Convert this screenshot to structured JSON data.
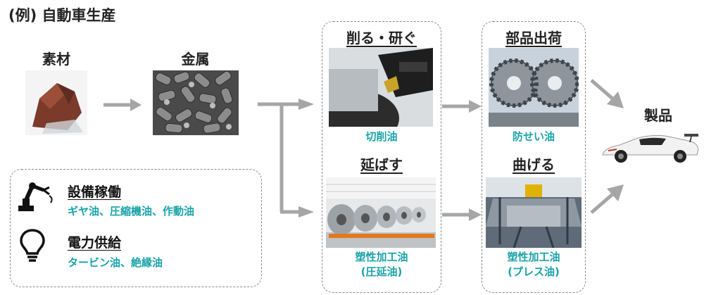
{
  "title": "(例) 自動車生産",
  "nodes": {
    "raw": "素材",
    "metal": "金属",
    "cutting": "削る・研ぐ",
    "parts": "部品出荷",
    "rolling": "延ばす",
    "bending": "曲げる",
    "product": "製品"
  },
  "oils": {
    "cutting_oil": "切削油",
    "antirust_oil": "防せい油",
    "rolling_oil_1": "塑性加工油",
    "rolling_oil_2": "(圧延油)",
    "press_oil_1": "塑性加工油",
    "press_oil_2": "(プレス油)"
  },
  "legend": {
    "equipment_title": "設備稼働",
    "equipment_oils": "ギヤ油、圧縮機油、作動油",
    "power_title": "電力供給",
    "power_oils": "タービン油、絶縁油",
    "equipment_icon": "robot-arm-icon",
    "power_icon": "light-bulb-icon"
  },
  "colors": {
    "accent": "#19a3a8",
    "arrow": "#a6a6a6",
    "border": "#8a8a8a"
  }
}
